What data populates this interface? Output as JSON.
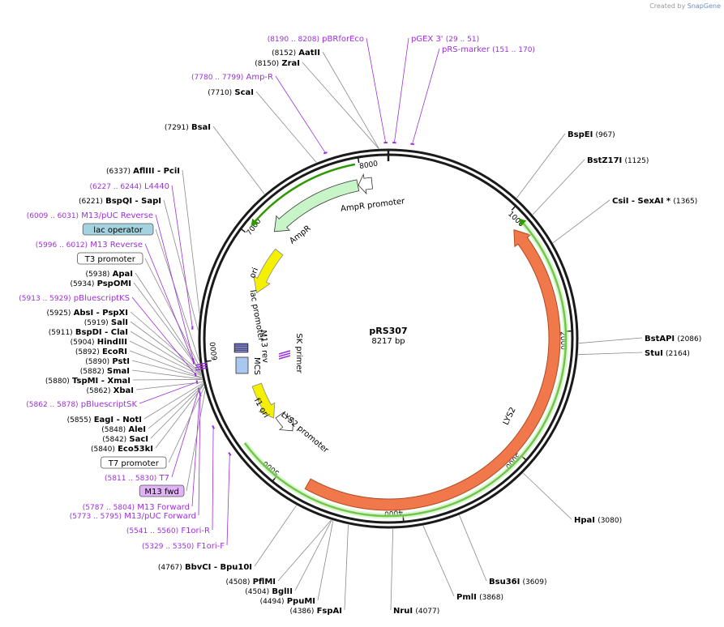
{
  "credit": {
    "prefix": "Created by",
    "brand": "SnapGene"
  },
  "plasmid": {
    "name": "pRS307",
    "length_label": "8217 bp",
    "length": 8217
  },
  "colors": {
    "primer": "#9b30d9",
    "ring": "#1a1a1a",
    "lys2": "#f0784b",
    "ampr": "#c8f5c8",
    "yellow": "#f5f000",
    "green": "#2e9a00",
    "mcs": "#a8c8f0"
  },
  "ticks": [
    "1000",
    "2000",
    "3000",
    "4000",
    "5000",
    "6000",
    "7000",
    "8000"
  ],
  "features": {
    "ampr": "AmpR",
    "ampr_promoter": "AmpR promoter",
    "ori": "ori",
    "lac_promoter": "lac promoter",
    "m13_rev": "M13 rev",
    "mcs": "MCS",
    "sk_primer": "SK primer",
    "f1_ori": "f1 ori",
    "lys2_promoter": "LYS2 promoter",
    "lys2": "LYS2"
  },
  "sites": [
    {
      "id": "bsaI",
      "pos": "(7291)",
      "name": "BsaI",
      "color": "black"
    },
    {
      "id": "scaI",
      "pos": "(7710)",
      "name": "ScaI",
      "color": "black"
    },
    {
      "id": "amp-r",
      "pos": "(7780 .. 7799)",
      "name": "Amp-R",
      "color": "primer"
    },
    {
      "id": "zraI",
      "pos": "(8150)",
      "name": "ZraI",
      "color": "black"
    },
    {
      "id": "aatII",
      "pos": "(8152)",
      "name": "AatII",
      "color": "black"
    },
    {
      "id": "pbrforeco",
      "pos": "(8190 .. 8208)",
      "name": "pBRforEco",
      "color": "primer"
    },
    {
      "id": "pgex3",
      "pos": "(29 .. 51)",
      "name": "pGEX 3'",
      "color": "primer",
      "name_first": true
    },
    {
      "id": "prs-marker",
      "pos": "(151 .. 170)",
      "name": "pRS-marker",
      "color": "primer",
      "name_first": true
    },
    {
      "id": "bspEI",
      "pos": "(967)",
      "name": "BspEI",
      "color": "black",
      "name_first": true
    },
    {
      "id": "bstZ17I",
      "pos": "(1125)",
      "name": "BstZ17I",
      "color": "black",
      "name_first": true
    },
    {
      "id": "csiI",
      "pos": "(1365)",
      "name": "CsiI - SexAI *",
      "color": "black",
      "name_first": true
    },
    {
      "id": "bstAPI",
      "pos": "(2086)",
      "name": "BstAPI",
      "color": "black",
      "name_first": true
    },
    {
      "id": "stuI",
      "pos": "(2164)",
      "name": "StuI",
      "color": "black",
      "name_first": true
    },
    {
      "id": "hpaI",
      "pos": "(3080)",
      "name": "HpaI",
      "color": "black",
      "name_first": true
    },
    {
      "id": "bsu36I",
      "pos": "(3609)",
      "name": "Bsu36I",
      "color": "black",
      "name_first": true
    },
    {
      "id": "pmlI",
      "pos": "(3868)",
      "name": "PmlI",
      "color": "black",
      "name_first": true
    },
    {
      "id": "nruI",
      "pos": "(4077)",
      "name": "NruI",
      "color": "black",
      "name_first": true
    },
    {
      "id": "fspAI",
      "pos": "(4386)",
      "name": "FspAI",
      "color": "black"
    },
    {
      "id": "ppuMI",
      "pos": "(4494)",
      "name": "PpuMI",
      "color": "black"
    },
    {
      "id": "bglII",
      "pos": "(4504)",
      "name": "BglII",
      "color": "black"
    },
    {
      "id": "pflMI",
      "pos": "(4508)",
      "name": "PflMI",
      "color": "black"
    },
    {
      "id": "bbvCI",
      "pos": "(4767)",
      "name": "BbvCI - Bpu10I",
      "color": "black"
    },
    {
      "id": "f1ori-f",
      "pos": "(5329 .. 5350)",
      "name": "F1ori-F",
      "color": "primer"
    },
    {
      "id": "f1ori-r",
      "pos": "(5541 .. 5560)",
      "name": "F1ori-R",
      "color": "primer"
    },
    {
      "id": "m13puc-fwd",
      "pos": "(5773 .. 5795)",
      "name": "M13/pUC Forward",
      "color": "primer"
    },
    {
      "id": "m13-forward",
      "pos": "(5787 .. 5804)",
      "name": "M13 Forward",
      "color": "primer"
    },
    {
      "id": "m13-fwd",
      "pos": "",
      "name": "M13 fwd",
      "color": "box-purple"
    },
    {
      "id": "t7",
      "pos": "(5811 .. 5830)",
      "name": "T7",
      "color": "primer"
    },
    {
      "id": "t7-promoter",
      "pos": "",
      "name": "T7 promoter",
      "color": "box-white"
    },
    {
      "id": "eco53kI",
      "pos": "(5840)",
      "name": "Eco53kI",
      "color": "black"
    },
    {
      "id": "sacI",
      "pos": "(5842)",
      "name": "SacI",
      "color": "black"
    },
    {
      "id": "aleI",
      "pos": "(5848)",
      "name": "AleI",
      "color": "black"
    },
    {
      "id": "eagI",
      "pos": "(5855)",
      "name": "EagI - NotI",
      "color": "black"
    },
    {
      "id": "pbskssk",
      "pos": "(5862 .. 5878)",
      "name": "pBluescriptSK",
      "color": "primer"
    },
    {
      "id": "xbaI",
      "pos": "(5862)",
      "name": "XbaI",
      "color": "black"
    },
    {
      "id": "tspMI",
      "pos": "(5880)",
      "name": "TspMI - XmaI",
      "color": "black"
    },
    {
      "id": "smaI",
      "pos": "(5882)",
      "name": "SmaI",
      "color": "black"
    },
    {
      "id": "pstI",
      "pos": "(5890)",
      "name": "PstI",
      "color": "black"
    },
    {
      "id": "ecoRI",
      "pos": "(5892)",
      "name": "EcoRI",
      "color": "black"
    },
    {
      "id": "hindIII",
      "pos": "(5904)",
      "name": "HindIII",
      "color": "black"
    },
    {
      "id": "bspDI",
      "pos": "(5911)",
      "name": "BspDI - ClaI",
      "color": "black"
    },
    {
      "id": "salI",
      "pos": "(5919)",
      "name": "SalI",
      "color": "black"
    },
    {
      "id": "absI",
      "pos": "(5925)",
      "name": "AbsI - PspXI",
      "color": "black"
    },
    {
      "id": "pbsks",
      "pos": "(5913 .. 5929)",
      "name": "pBluescriptKS",
      "color": "primer"
    },
    {
      "id": "pspOMI",
      "pos": "(5934)",
      "name": "PspOMI",
      "color": "black"
    },
    {
      "id": "apaI",
      "pos": "(5938)",
      "name": "ApaI",
      "color": "black"
    },
    {
      "id": "t3-promoter",
      "pos": "",
      "name": "T3 promoter",
      "color": "box-white"
    },
    {
      "id": "m13-reverse",
      "pos": "(5996 .. 6012)",
      "name": "M13 Reverse",
      "color": "primer"
    },
    {
      "id": "lac-operator",
      "pos": "",
      "name": "lac operator",
      "color": "box-teal"
    },
    {
      "id": "m13puc-rev",
      "pos": "(6009 .. 6031)",
      "name": "M13/pUC Reverse",
      "color": "primer"
    },
    {
      "id": "sapI",
      "pos": "(6221)",
      "name": "BspQI - SapI",
      "color": "black"
    },
    {
      "id": "l4440",
      "pos": "(6227 .. 6244)",
      "name": "L4440",
      "color": "primer"
    },
    {
      "id": "pciI",
      "pos": "(6337)",
      "name": "AflIII - PciI",
      "color": "black"
    }
  ]
}
